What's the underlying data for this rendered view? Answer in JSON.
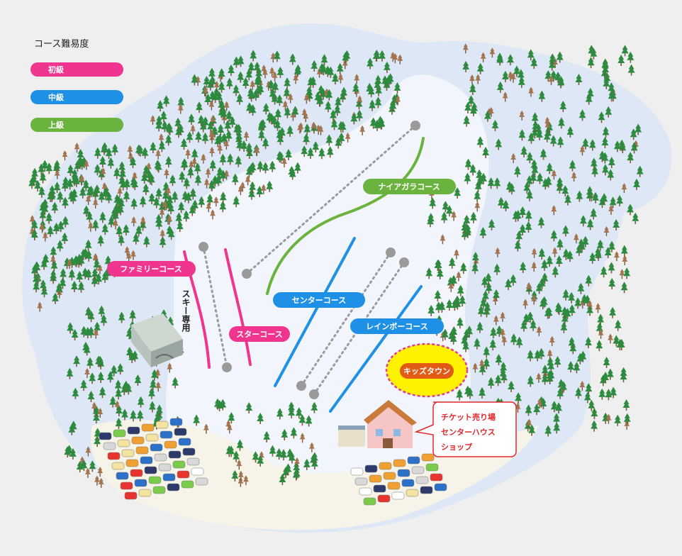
{
  "legend": {
    "title": "コース難易度",
    "levels": [
      {
        "label": "初級",
        "color": "#f0358f"
      },
      {
        "label": "中級",
        "color": "#1e90e6"
      },
      {
        "label": "上級",
        "color": "#6ab33e"
      }
    ]
  },
  "courses": [
    {
      "name": "ファミリーコース",
      "level": "初級"
    },
    {
      "name": "スターコース",
      "level": "初級"
    },
    {
      "name": "センターコース",
      "level": "中級"
    },
    {
      "name": "レインボーコース",
      "level": "中級"
    },
    {
      "name": "ナイアガラコース",
      "level": "上級"
    }
  ],
  "ski_only_label": "スキー専用",
  "kids_area": {
    "label": "キッズタウン",
    "color": "#e25a14",
    "highlight": "#fff200"
  },
  "facility_callout": {
    "lines": [
      "チケット売り場",
      "センターハウス",
      "ショップ"
    ]
  },
  "colors": {
    "snow": "#dde7f5",
    "snow_light": "#f2f5fb",
    "lift": "#9a9a9a",
    "tree": "#2d8a3e"
  }
}
